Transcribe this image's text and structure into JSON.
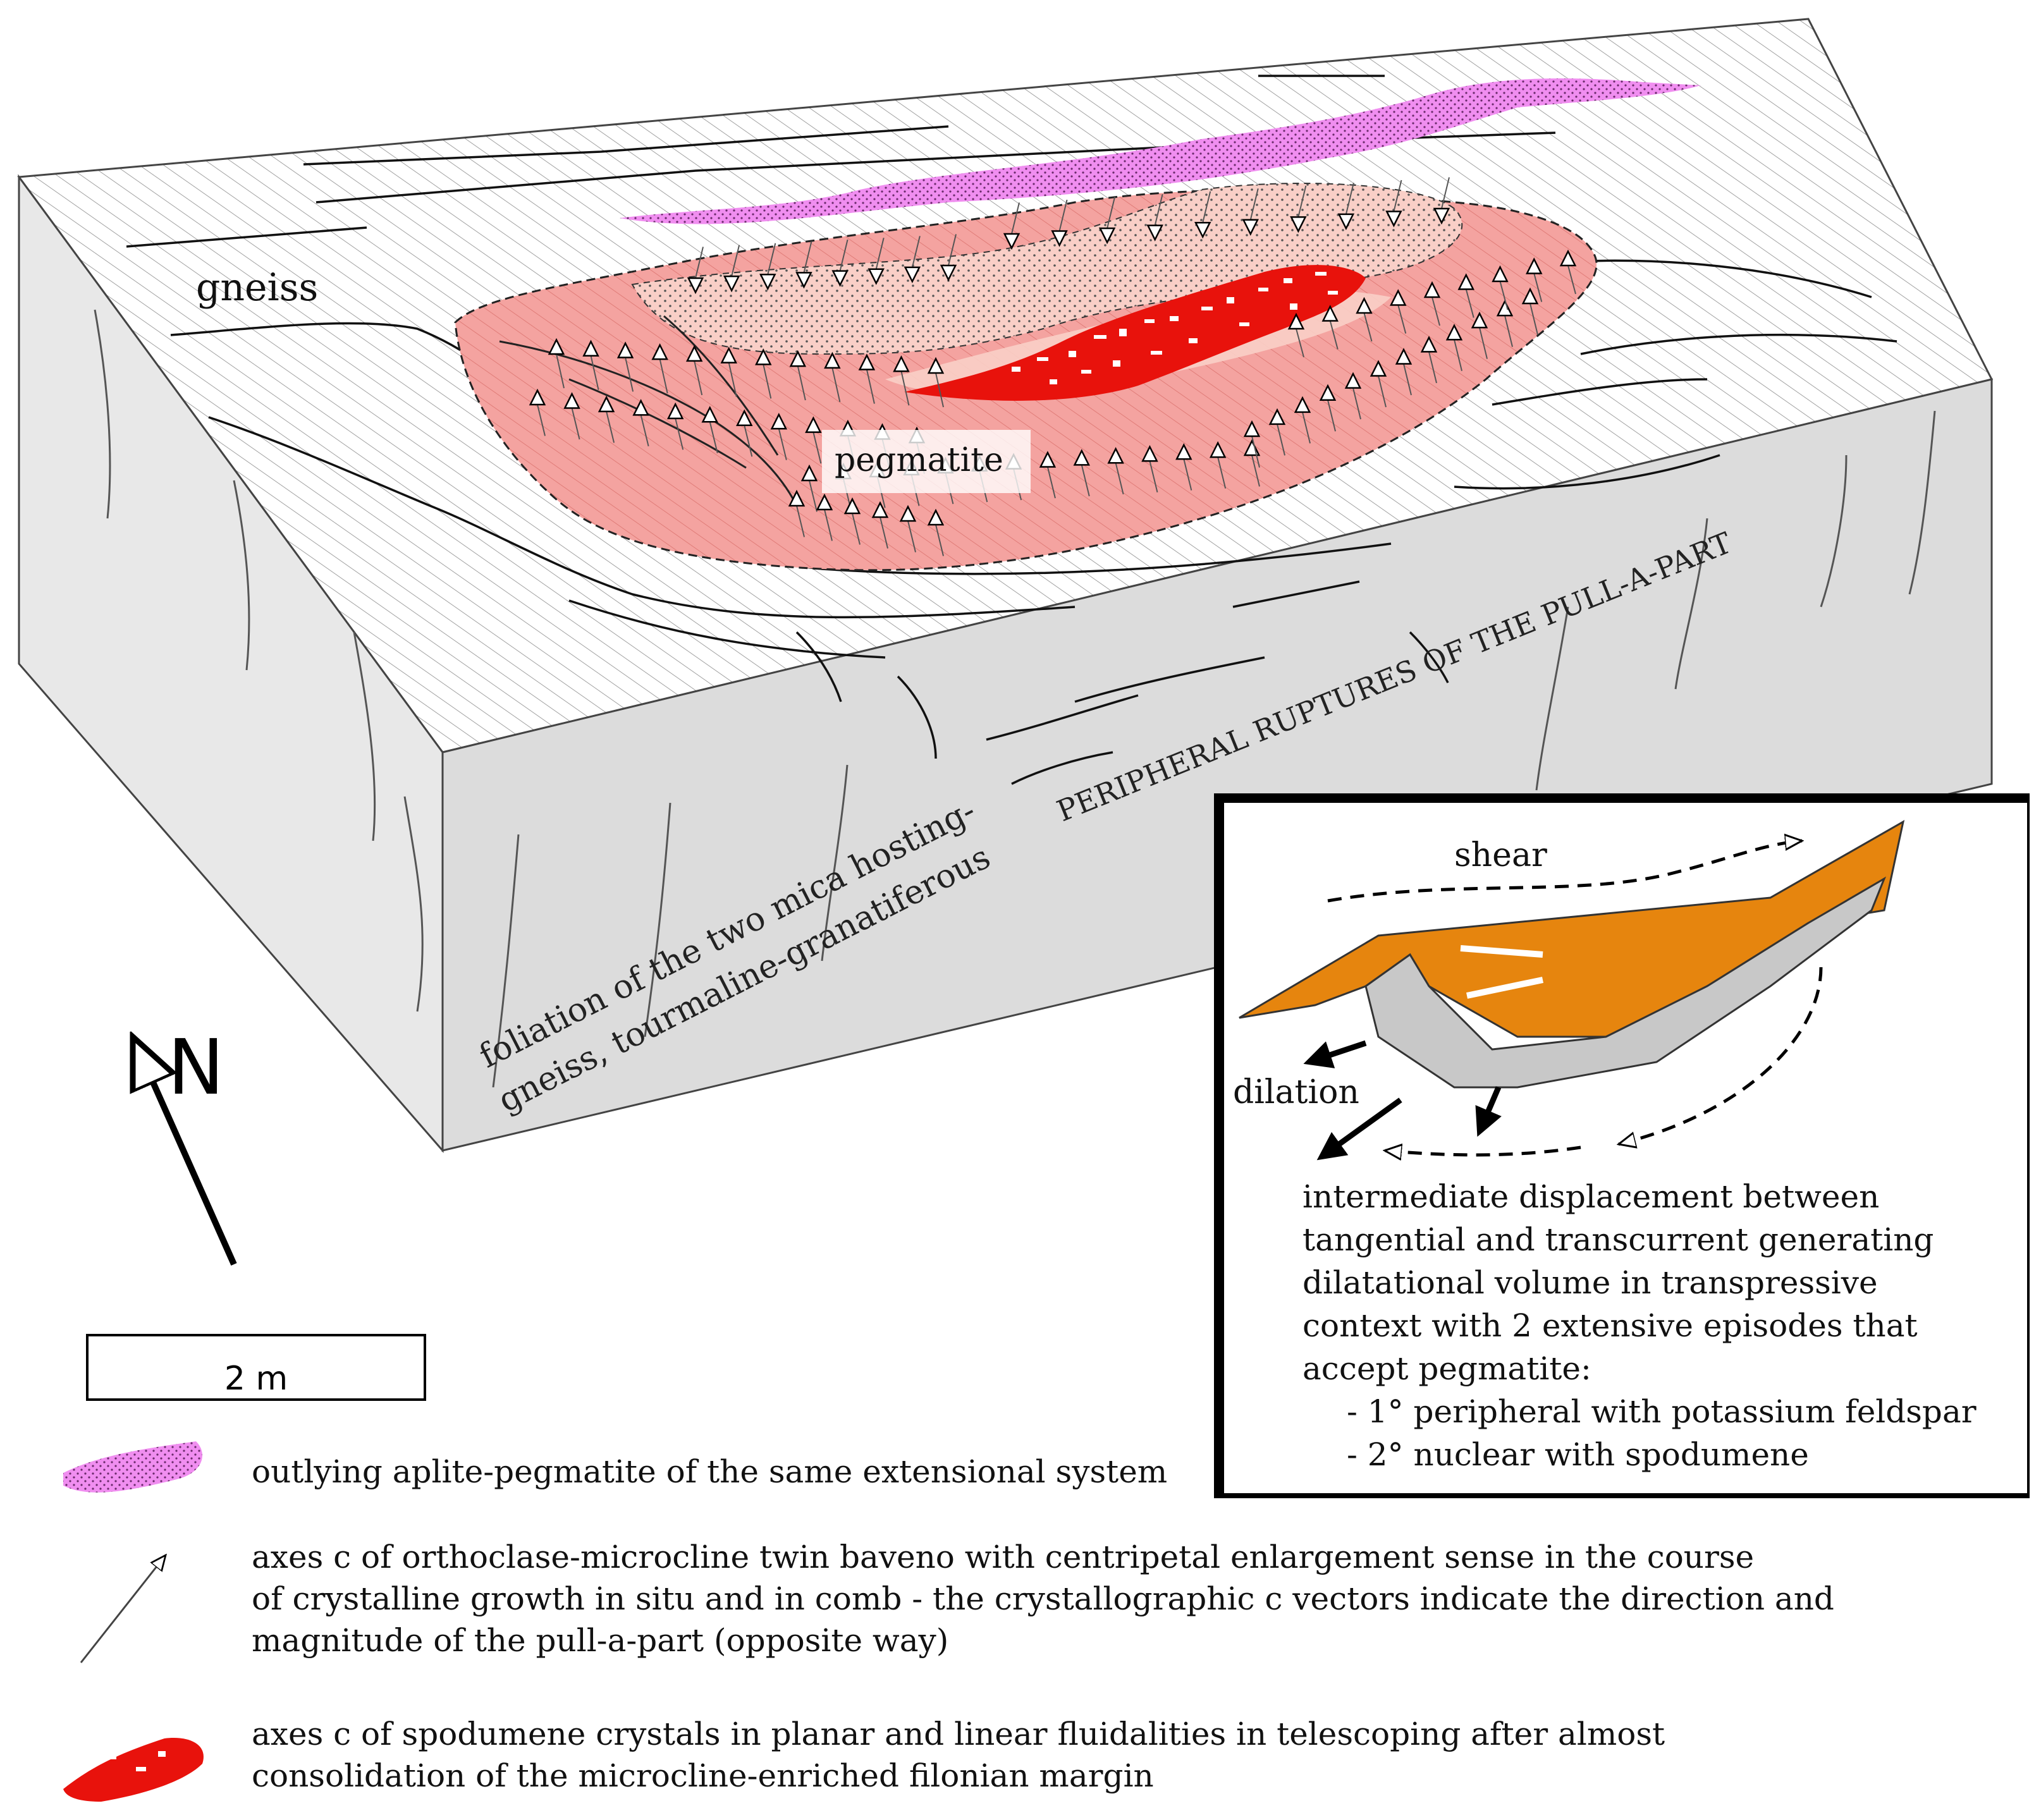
{
  "labels": {
    "gneiss": "gneiss",
    "pegmatite": "pegmatite",
    "peripheral_ruptures": "PERIPHERAL RUPTURES OF THE PULL-A-PART",
    "foliation_line1": "foliation of the two mica hosting-",
    "foliation_line2": "gneiss, tourmaline-granatiferous",
    "north": "N"
  },
  "scale_bar": {
    "label": "2 m"
  },
  "inset": {
    "shear": "shear",
    "dilation": "dilation",
    "description": [
      "intermediate displacement between",
      "tangential and transcurrent generating",
      "dilatational volume in transpressive",
      "context with 2 extensive episodes that",
      "accept pegmatite:",
      "- 1° peripheral with potassium feldspar",
      "- 2° nuclear with spodumene"
    ]
  },
  "legend": [
    {
      "symbol": "outlying-aplite-pegmatite",
      "lines": [
        "outlying aplite-pegmatite  of the same extensional system"
      ]
    },
    {
      "symbol": "crystal-axis-arrow",
      "lines": [
        "axes c of orthoclase-microcline twin baveno  with centripetal enlargement sense in the course",
        "of crystalline growth in situ and in comb - the crystallographic c vectors  indicate the direction and",
        "magnitude of the pull-a-part (opposite way)"
      ]
    },
    {
      "symbol": "spodumene-crystals",
      "lines": [
        "axes c of spodumene crystals in planar and linear fluidalities in telescoping after almost",
        "consolidation of the microcline-enriched filonian margin"
      ]
    }
  ],
  "colors": {
    "pegmatite_pink": "#f4a3a0",
    "pegmatite_light": "#f9cfc7",
    "spodumene_red": "#e8120c",
    "aplite_magenta": "#f08ef0",
    "block_side": "#dcdcdc",
    "inset_orange": "#e6850e",
    "inset_grey": "#c8c8c8"
  }
}
